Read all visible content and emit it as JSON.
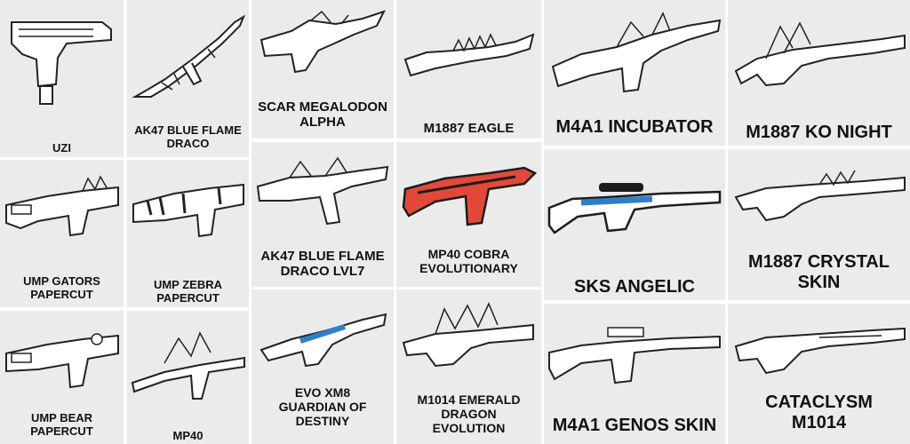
{
  "cards": [
    {
      "id": "uzi",
      "name": "UZI",
      "colors": [
        "#ffffff",
        "#222222"
      ]
    },
    {
      "id": "ak47-blue-flame-draco",
      "name": "AK47 BLUE FLAME\nDRACO",
      "colors": [
        "#ffffff",
        "#222222"
      ]
    },
    {
      "id": "scar-megalodon-alpha",
      "name": "SCAR MEGALODON\nALPHA",
      "colors": [
        "#ffffff",
        "#222222"
      ]
    },
    {
      "id": "m1887-eagle",
      "name": "M1887 EAGLE",
      "colors": [
        "#ffffff",
        "#222222"
      ]
    },
    {
      "id": "m4a1-incubator",
      "name": "M4A1 INCUBATOR",
      "colors": [
        "#ffffff",
        "#222222"
      ]
    },
    {
      "id": "m1887-ko-night",
      "name": "M1887 KO NIGHT",
      "colors": [
        "#ffffff",
        "#222222"
      ]
    },
    {
      "id": "ump-gators-papercut",
      "name": "UMP GATORS\nPAPERCUT",
      "colors": [
        "#ffffff",
        "#222222"
      ]
    },
    {
      "id": "ump-zebra-papercut",
      "name": "UMP ZEBRA\nPAPERCUT",
      "colors": [
        "#ffffff",
        "#222222"
      ]
    },
    {
      "id": "ak47-blue-flame-draco-lvl7",
      "name": "AK47 BLUE FLAME\nDRACO LVL7",
      "colors": [
        "#ffffff",
        "#222222"
      ]
    },
    {
      "id": "mp40-cobra-evolutionary",
      "name": "MP40 COBRA\nEVOLUTIONARY",
      "colors": [
        "#e2493a",
        "#1c1c1c"
      ]
    },
    {
      "id": "sks-angelic",
      "name": "SKS ANGELIC",
      "colors": [
        "#2f7fc8",
        "#1c1c1c"
      ]
    },
    {
      "id": "m1887-crystal-skin",
      "name": "M1887 CRYSTAL\nSKIN",
      "colors": [
        "#ffffff",
        "#222222"
      ]
    },
    {
      "id": "ump-bear-papercut",
      "name": "UMP BEAR\nPAPERCUT",
      "colors": [
        "#ffffff",
        "#222222"
      ]
    },
    {
      "id": "mp40",
      "name": "MP40",
      "colors": [
        "#ffffff",
        "#222222"
      ]
    },
    {
      "id": "evo-xm8-guardian-of-destiny",
      "name": "EVO XM8\nGUARDIAN OF\nDESTINY",
      "colors": [
        "#2f7fc8",
        "#222222"
      ]
    },
    {
      "id": "m1014-emerald-dragon-evolution",
      "name": "M1014 EMERALD\nDRAGON\nEVOLUTION",
      "colors": [
        "#ffffff",
        "#222222"
      ]
    },
    {
      "id": "m4a1-genos-skin",
      "name": "M4A1 GENOS SKIN",
      "colors": [
        "#ffffff",
        "#222222"
      ]
    },
    {
      "id": "cataclysm-m1014",
      "name": "CATACLYSM\nM1014",
      "colors": [
        "#ffffff",
        "#222222"
      ]
    }
  ]
}
